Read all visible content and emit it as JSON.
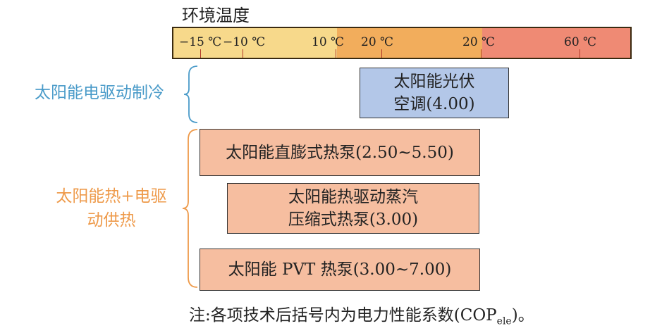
{
  "title": "环境温度",
  "temperature_bar": {
    "segments": [
      {
        "color": "#f7d98b"
      },
      {
        "color": "#f2ad5c"
      },
      {
        "color": "#ef8a74"
      }
    ],
    "ticks": [
      "−15 ℃",
      "−10 ℃",
      "10 ℃",
      "20 ℃",
      "20 ℃",
      "60 ℃"
    ]
  },
  "groups": {
    "cooling": {
      "label": "太阳能电驱动制冷",
      "color": "#4a9bc9"
    },
    "heating": {
      "label_line1": "太阳能热+电驱",
      "label_line2": "动供热",
      "color": "#ee9a4a"
    }
  },
  "boxes": {
    "pv_ac": {
      "line1": "太阳能光伏",
      "line2": "空调(4.00)",
      "fill": "#b3c7e8"
    },
    "direct_expansion": {
      "line1": "太阳能直膨式热泵(2.50~5.50)",
      "fill": "#f6bea0"
    },
    "thermal_driven": {
      "line1": "太阳能热驱动蒸汽",
      "line2": "压缩式热泵(3.00)",
      "fill": "#f6bea0"
    },
    "pvt": {
      "line1": "太阳能 PVT 热泵(3.00~7.00)",
      "fill": "#f6bea0"
    }
  },
  "note": {
    "prefix": "注:各项技术后括号内为电力性能系数(COP",
    "sub": "ele",
    "suffix": ")。"
  }
}
